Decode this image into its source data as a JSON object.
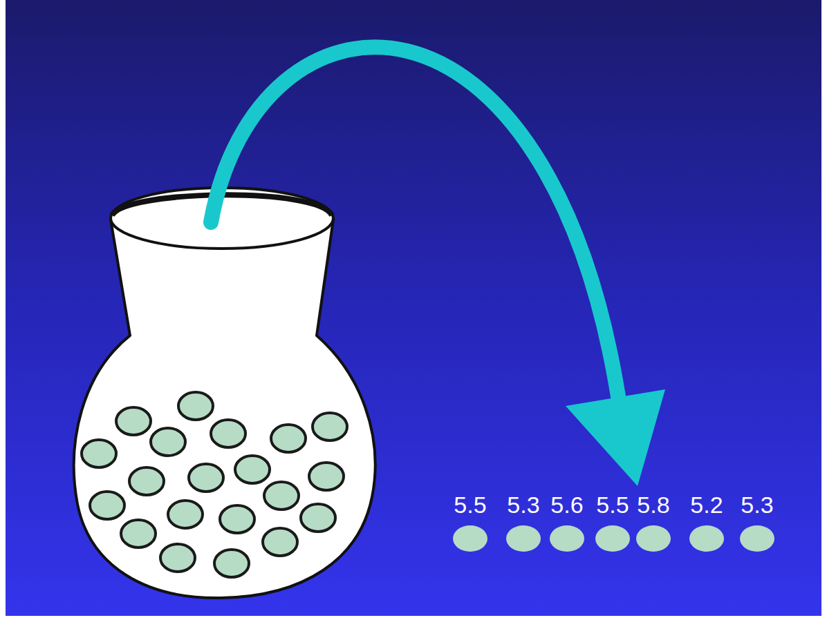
{
  "diagram": {
    "labels": [
      "5.5",
      "5.3",
      "5.6",
      "5.5",
      "5.8",
      "5.2",
      "5.3"
    ]
  }
}
